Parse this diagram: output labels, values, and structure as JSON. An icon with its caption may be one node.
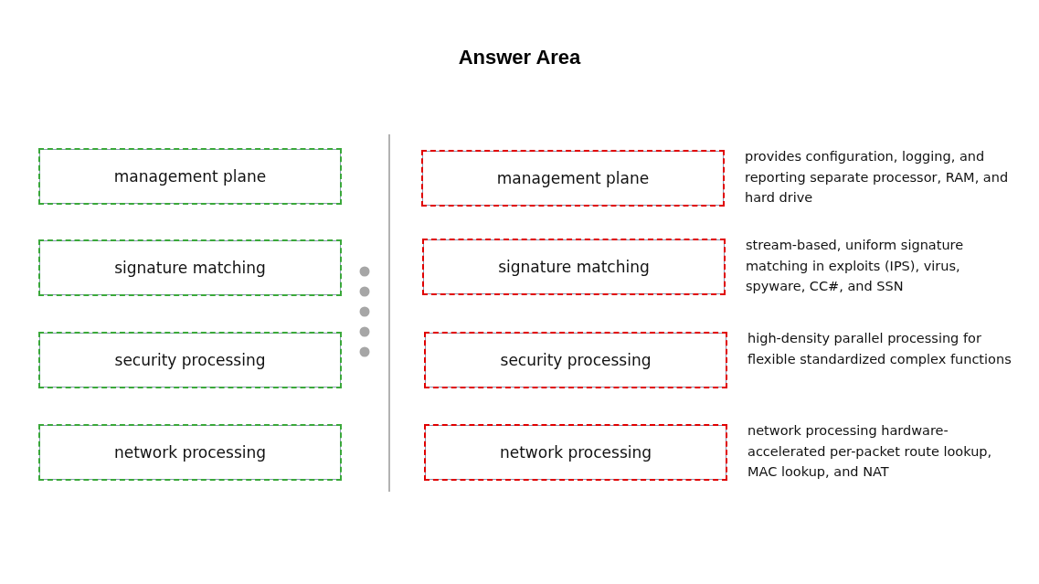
{
  "diagram": {
    "title": "Answer Area",
    "nodes": [
      {
        "text": [
          "management plane"
        ]
      },
      {
        "text": [
          "signature matching"
        ]
      },
      {
        "text": [
          "security processing"
        ]
      },
      {
        "text": [
          "network processing"
        ]
      },
      {
        "text": [
          "management plane"
        ],
        "beside": [
          "provides configuration, logging, and reporting separate processor, RAM, and hard drive"
        ]
      },
      {
        "text": [
          "signature matching"
        ],
        "beside": [
          "stream-based, uniform signature matching in exploits (IPS), virus, spyware, CC#, and SSN"
        ]
      },
      {
        "text": [
          "security processing"
        ],
        "beside": [
          "high-density parallel processing for flexible standardized complex functions"
        ]
      },
      {
        "text": [
          "network processing"
        ],
        "beside": [
          "network processing hardware-accelerated per-packet route lookup, MAC lookup, and NAT"
        ]
      }
    ],
    "edges": []
  }
}
